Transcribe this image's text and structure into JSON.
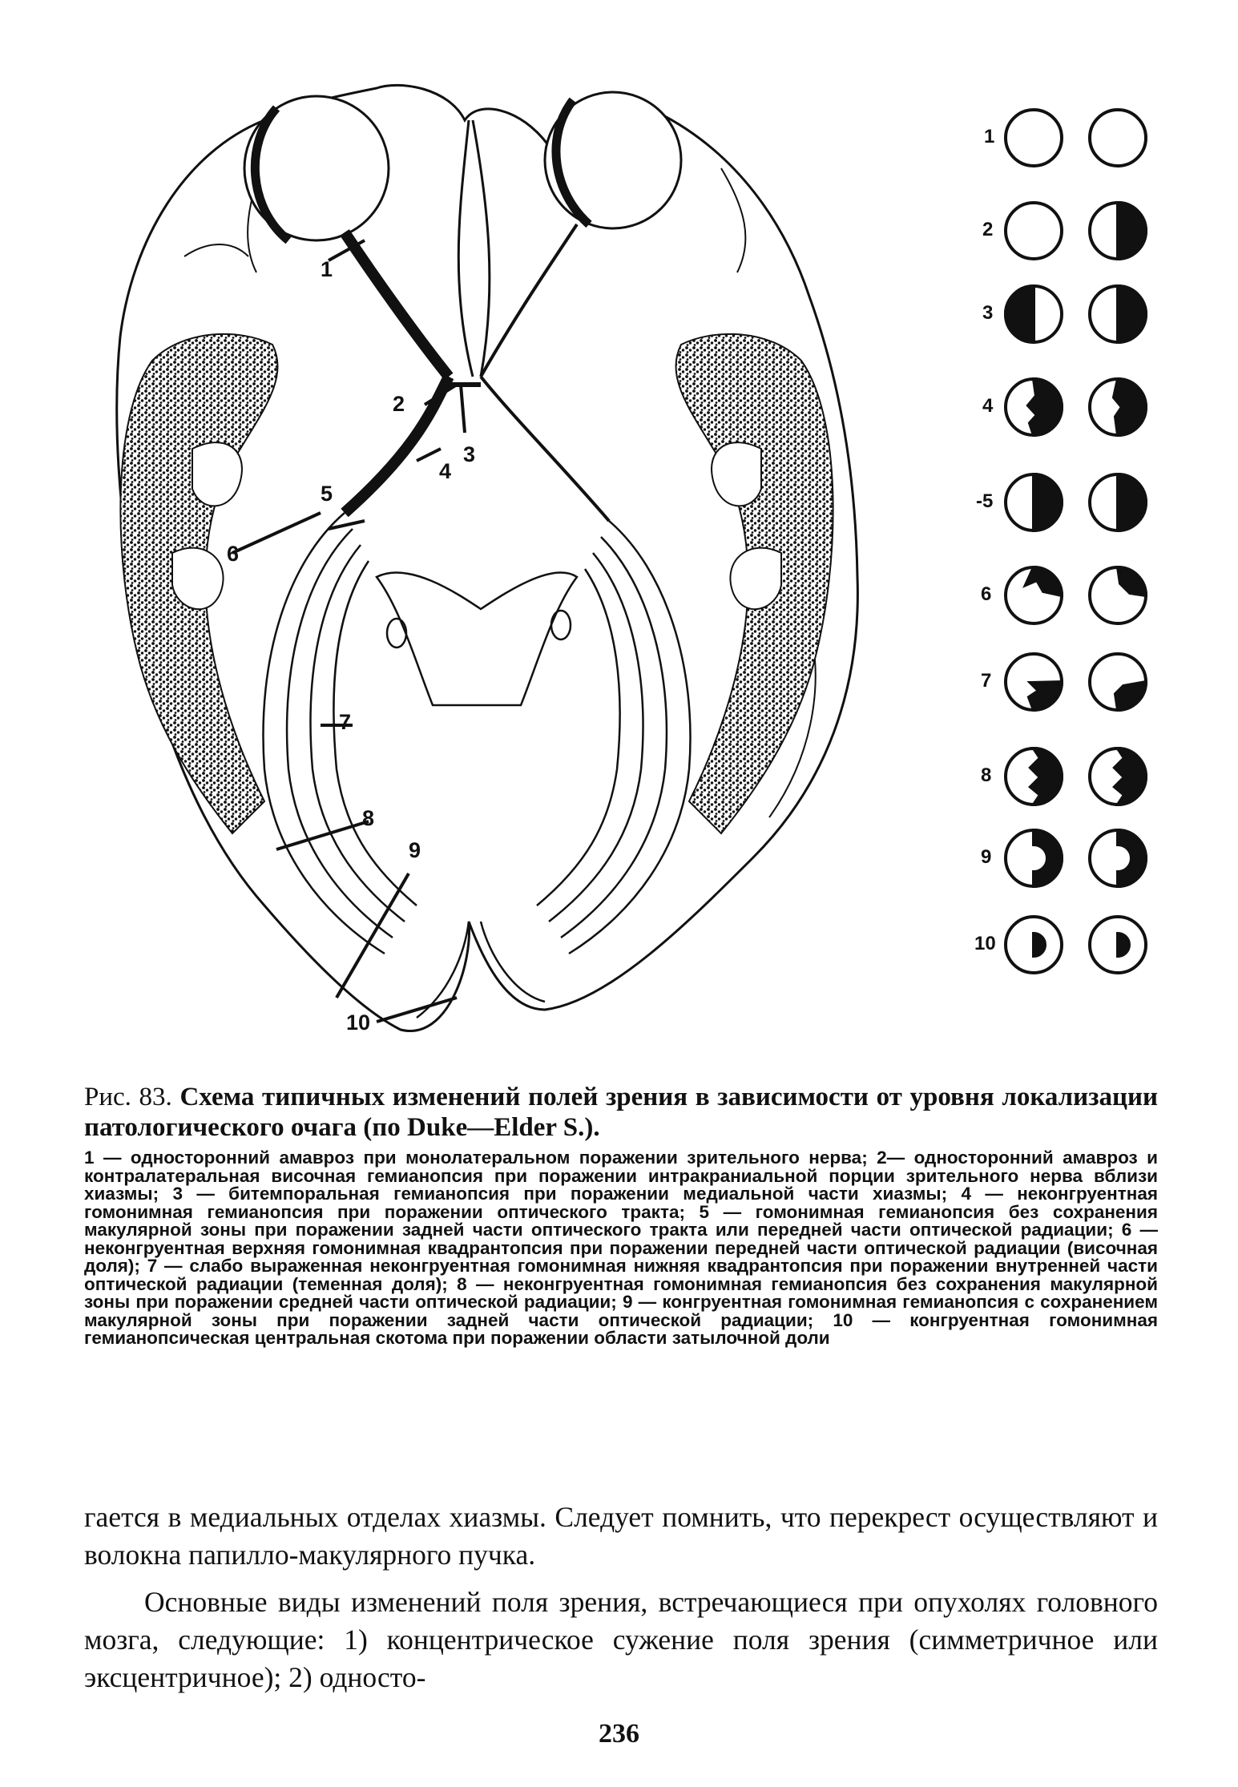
{
  "figure": {
    "lesion_labels": [
      "1",
      "2",
      "3",
      "4",
      "5",
      "6",
      "7",
      "8",
      "9",
      "10"
    ],
    "field_labels": [
      "1",
      "2",
      "3",
      "4",
      "-5",
      "6",
      "7",
      "8",
      "9",
      "10"
    ]
  },
  "caption": {
    "fig_label": "Рис. 83.",
    "title": "Схема типичных изменений полей зрения в зависимости от уровня локализации патологического очага (по Duke—Elder S.).",
    "legend": "1 — односторонний амавроз при монолатеральном поражении зрительного нерва; 2— односторонний амавроз и контралатеральная височная гемианопсия при поражении интракраниальной порции зрительного нерва вблизи хиазмы; 3 — битемпоральная гемианопсия при поражении медиальной части хиазмы; 4 — неконгруентная гомонимная гемианопсия при поражении оптического тракта; 5 — гомонимная гемианопсия без сохранения макулярной зоны при поражении задней части оптического тракта или передней части оптической радиации; 6 — неконгруентная верхняя гомонимная квадрантопсия при поражении передней части оптической радиации (височная доля); 7 — слабо выраженная неконгруентная гомонимная нижняя квадрантопсия при поражении внутренней части оптической радиации (теменная доля); 8 — неконгруентная гомонимная гемианопсия без сохранения макулярной зоны при поражении средней части оптической радиации; 9 — конгруентная гомонимная гемианопсия с сохранением макулярной зоны при поражении задней части оптической радиации; 10 — конгруентная гомонимная гемианопсическая центральная скотома при поражении области затылочной доли"
  },
  "body": {
    "paragraph1": "гается в медиальных отделах хиазмы. Следует помнить, что перекрест осуществляют и волокна папилло-макулярного пучка.",
    "paragraph2": "Основные виды изменений поля зрения, встречающиеся при опухолях головного мозга, следующие: 1) концентрическое сужение поля зрения (симметричное или эксцентричное); 2) односто-"
  },
  "page_number": "236"
}
